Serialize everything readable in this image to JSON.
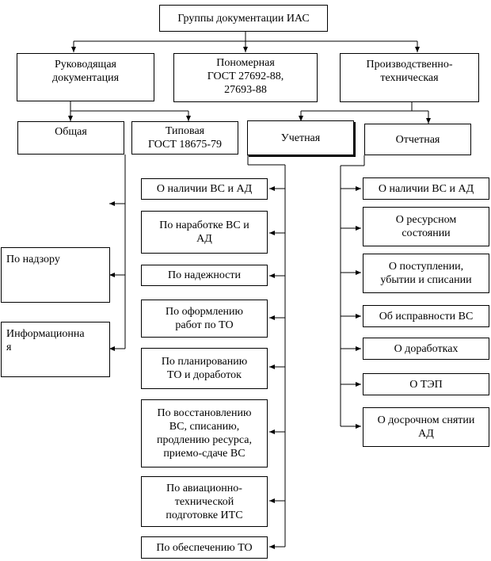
{
  "root": {
    "label": "Группы документации ИАС"
  },
  "level1": {
    "guiding": "Руководящая\nдокументация",
    "per_number": "Пономерная\nГОСТ 27692-88,\n27693-88",
    "production": "Производственно-\nтехническая"
  },
  "level2": {
    "general": "Общая",
    "typical": "Типовая\nГОСТ 18675-79",
    "accounting": "Учетная",
    "reporting": "Отчетная"
  },
  "general_items": [
    "По надзору",
    "Информационна\nя"
  ],
  "accounting_items": [
    "О наличии ВС и АД",
    "По наработке ВС и\nАД",
    "По надежности",
    "По оформлению\nработ по ТО",
    "По планированию\nТО и доработок",
    "По восстановлению\nВС, списанию,\nпродлению ресурса,\nприемо-сдаче ВС",
    "По авиационно-\nтехнической\nподготовке ИТС",
    "По обеспечению ТО"
  ],
  "reporting_items": [
    "О наличии ВС и АД",
    "О ресурсном\nсостоянии",
    "О поступлении,\nубытии и списании",
    "Об исправности ВС",
    "О доработках",
    "О ТЭП",
    "О досрочном снятии\nАД"
  ]
}
